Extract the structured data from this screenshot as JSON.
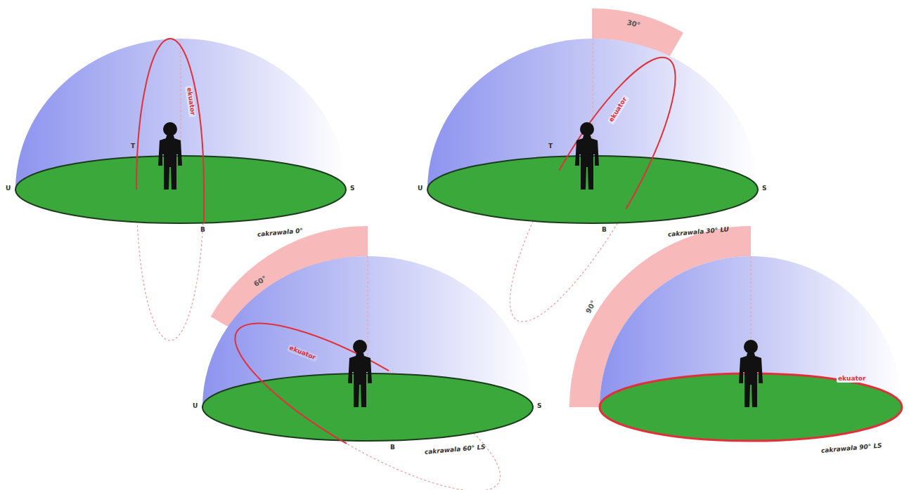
{
  "diagram": {
    "labels": [
      "U",
      "S",
      "T",
      "B",
      "ekuator",
      "cakrawala 0°",
      "30°",
      "U",
      "S",
      "T",
      "B",
      "ekuator",
      "cakrawala 30° LU",
      "60°",
      "U",
      "S",
      "B",
      "ekuator",
      "cakrawala 60° LS",
      "90°",
      "ekuator",
      "cakrawala 90° LS"
    ]
  }
}
